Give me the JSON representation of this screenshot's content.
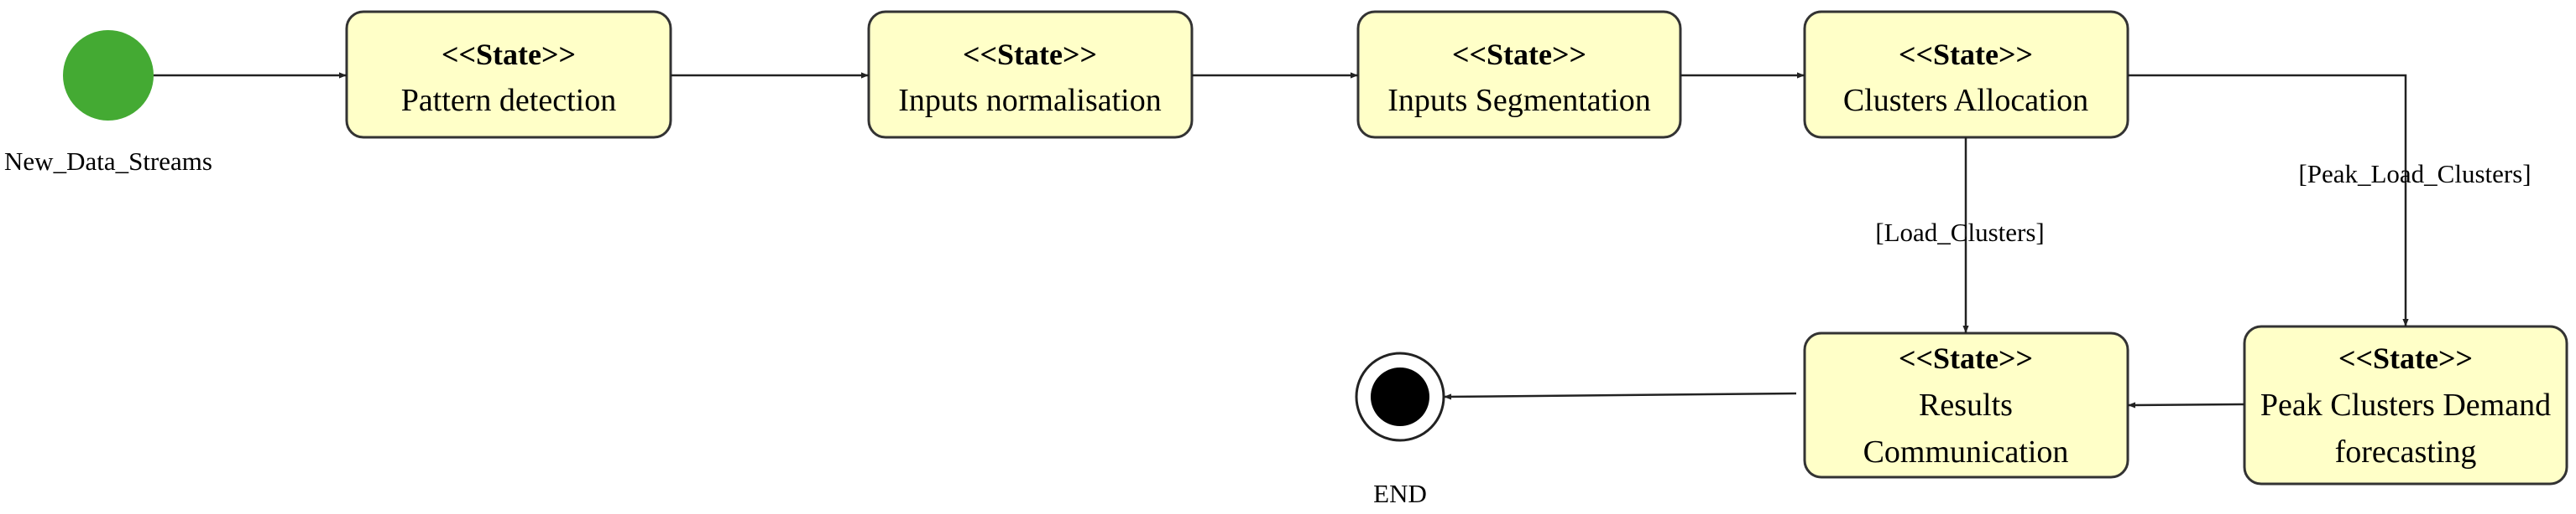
{
  "diagram": {
    "start": {
      "label": "New_Data_Streams",
      "color": "#44aa33"
    },
    "end": {
      "label": "END"
    },
    "stereotype": "<<State>>",
    "states": {
      "pattern_detection": "Pattern detection",
      "inputs_normalisation": "Inputs normalisation",
      "inputs_segmentation": "Inputs Segmentation",
      "clusters_allocation": "Clusters Allocation",
      "results_communication": [
        "Results",
        "Communication"
      ],
      "peak_forecasting": [
        "Peak Clusters Demand",
        "forecasting"
      ]
    },
    "edge_labels": {
      "load_clusters": "[Load_Clusters]",
      "peak_load_clusters": "[Peak_Load_Clusters]"
    },
    "colors": {
      "state_fill": "#ffffc8",
      "state_stroke": "#333333",
      "start_fill": "#44aa33"
    }
  }
}
